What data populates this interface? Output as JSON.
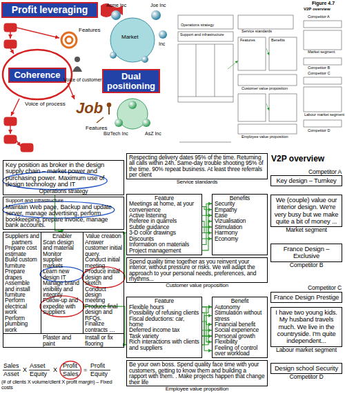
{
  "diagram": {
    "title": "V2P overview",
    "nodes": [
      {
        "text": [
          "Profit leveraging"
        ]
      },
      {
        "text": [
          "Coherence"
        ]
      },
      {
        "text": [
          "Dual positioning"
        ]
      },
      {
        "text": [
          "Key position as broker in the design supply chain – market power and purchasing power.",
          "Maximum use of design technology and IT",
          "Operations strategy"
        ]
      },
      {
        "text": [
          "Respecting delivery dates 95% of the time. Returning all calls within 24h. Same-day trouble shooting 95% of the time. 90% repeat business. At least three referrals per client",
          "Service standards"
        ]
      },
      {
        "text": [
          "Competitor A",
          "Key design – Turnkey"
        ]
      },
      {
        "text": [
          "We (couple) value our interior design. We're very busy but we make quite a bit of money ...",
          "Market segment"
        ]
      },
      {
        "text": [
          "Support and infrastructure",
          "Maintain Web page,",
          "Backup and update server,",
          "manage advertising, perform bookkeeping, prepare invoice, manage bank accounts."
        ]
      },
      {
        "text": [
          "Feature",
          "Meetings at home, at your convenience",
          "Active listening",
          "Referee in quarrels",
          "Subtle guidance",
          "3-D color drawings",
          "Discounts",
          "Information on materials",
          "Project management"
        ]
      },
      {
        "text": [
          "Benefits",
          "Security",
          "Empathy",
          "Ease",
          "Vizualisation",
          "Stimulation",
          "Harmony",
          "Economy"
        ]
      },
      {
        "text": [
          "France Design – Exclusive",
          "Competitor B"
        ]
      },
      {
        "text": [
          "Competitor C",
          "France Design Prestige"
        ]
      },
      {
        "text": [
          "Plaster and paint",
          "Install or fix flooring"
        ]
      },
      {
        "text": [
          "Suppliers and partners",
          "Prepare cost estimate",
          "Build custom furniture",
          "Prepare drapes",
          "Assemble and install furniture",
          "Perform electrical work",
          "Perform plumbing work"
        ],
        "in": 12
      },
      {
        "text": [
          "Enabler",
          "Scan design and material",
          "Monitor supplier markets",
          "Learn new design IT",
          "Manage brand visibility and integrity",
          "Follow-up and expedite with suppliers"
        ],
        "in": 12
      },
      {
        "text": [
          "Value creation",
          "Answer customer initial query.",
          "Conduct initial meeting",
          "Produce initial design and sketch",
          "Conduct design meeting",
          "Produce final design and RFQs.",
          "Finalize contracts …"
        ],
        "in": 12
      },
      {
        "text": [
          "Spend quality time together as you reinvent your interior, without pressure or risks. We will adapt the approach to your personal needs, preferences, and rhythms...",
          "Customer value proposition"
        ]
      },
      {
        "text": [
          "I have two young kids. My husband travels much. We live in the countryside. I'm quite independent...",
          "Labour market segment"
        ]
      },
      {
        "text": [
          "Feature",
          "Flexible hours",
          "Possibility of refusing clients",
          "Fiscal deductions: car, home",
          "Deferred income tax",
          "Task variety",
          "Rich interactions with clients and suppliers"
        ]
      },
      {
        "text": [
          "Benefit",
          "Autonomy",
          "Stimulation without stress",
          "Financial benefit",
          "Social experience",
          "Personal growth",
          "Flexibility",
          "Feeling of control over workload"
        ]
      },
      {
        "text": [
          "Be your own boss. Spend quality face time with your customers, getting to know them and building a rapport with them. . Make projects happen that change their life",
          "Employee value proposition"
        ]
      },
      {
        "text": [
          "Design school Security",
          "Competitor D"
        ]
      }
    ],
    "edges": [
      {
        "from": 8,
        "to": 9,
        "arrow": "to"
      },
      {
        "from": 8,
        "to": 9,
        "arrow": "to"
      },
      {
        "from": 8,
        "to": 9,
        "arrow": "to"
      },
      {
        "from": 8,
        "to": 9,
        "arrow": "to"
      },
      {
        "from": 8,
        "to": 9,
        "arrow": "to"
      },
      {
        "from": 8,
        "to": 9,
        "arrow": "to"
      },
      {
        "from": 8,
        "to": 9,
        "arrow": "to"
      },
      {
        "from": 8,
        "to": 9,
        "arrow": "to"
      },
      {
        "from": 8,
        "to": 9,
        "arrow": "to"
      },
      {
        "from": 18,
        "to": 19,
        "arrow": "to"
      },
      {
        "from": 18,
        "to": 19,
        "arrow": "to"
      },
      {
        "from": 18,
        "to": 19,
        "arrow": "to"
      },
      {
        "from": 18,
        "to": 19,
        "arrow": "to"
      },
      {
        "from": 18,
        "to": 19,
        "arrow": "to"
      },
      {
        "from": 18,
        "to": 19,
        "arrow": "to"
      },
      {
        "from": 18,
        "to": 19,
        "arrow": "to"
      },
      {
        "from": 18,
        "to": 19,
        "arrow": "to"
      },
      {
        "from": 18,
        "to": 19,
        "arrow": "to"
      },
      {
        "from": 18,
        "to": 19,
        "arrow": "to"
      },
      {
        "from": 3,
        "to": 14,
        "arrow": "to"
      },
      {
        "from": 7,
        "to": 14,
        "arrow": "to"
      },
      {
        "from": 15,
        "to": 8,
        "arrow": "to"
      },
      {
        "from": 14,
        "to": 18,
        "arrow": "to"
      }
    ],
    "labels": [
      "Features",
      "Voice of customer",
      "Voice of process",
      "Job",
      "Features",
      "Market",
      "Acme Inc",
      "Joe Inc",
      "Inc",
      "BizTech Inc",
      "AsZ Inc",
      "Figure 4.7",
      "V2P overview",
      "Operations strategy",
      "Service standards",
      "Support and infrastructure",
      "Features",
      "Benefits",
      "Customer value proposition",
      "Employee value proposition",
      "Competitor A",
      "Market segment",
      "Competitor B",
      "Competitor C",
      "Labour market segment",
      "Competitor D",
      "Sales",
      "Asset",
      "X",
      "Asset",
      "Equity",
      "X",
      "Profit",
      "Sales",
      "=",
      "Profit",
      "Equity",
      "(# of clients X volume/client X profit margin) – Fixed costs"
    ]
  }
}
